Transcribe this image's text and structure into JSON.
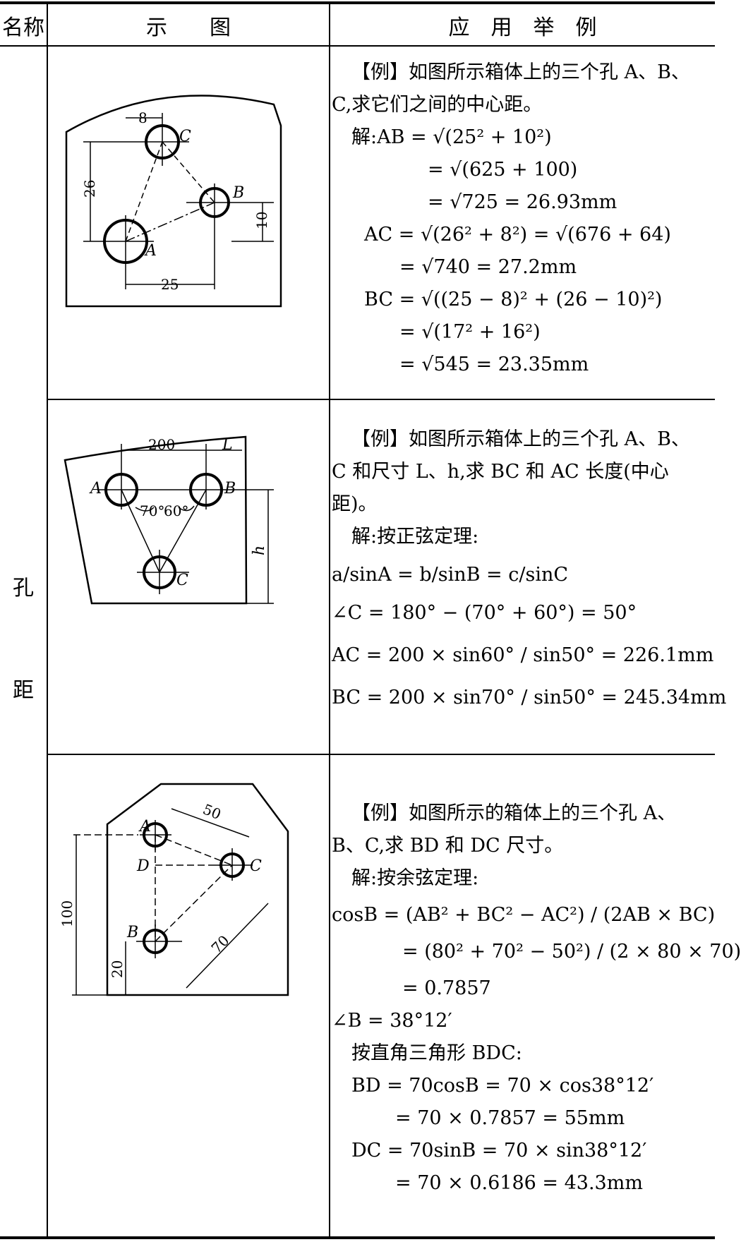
{
  "header": {
    "name": "名称",
    "diagram": "示　　图",
    "example": "应　用　举　例"
  },
  "name_col": {
    "char1": "孔",
    "char2": "距"
  },
  "row1": {
    "lines": [
      "【例】如图所示箱体上的三个孔 A、B、",
      "C,求它们之间的中心距。",
      "解:AB = √(25² + 10²)",
      "= √(625 + 100)",
      "= √725 = 26.93mm",
      "AC = √(26² + 8²) = √(676 + 64)",
      "= √740 = 27.2mm",
      "BC = √((25 − 8)² + (26 − 10)²)",
      "= √(17² + 16²)",
      "= √545 = 23.35mm"
    ],
    "diagram": {
      "dim_8": "8",
      "dim_26": "26",
      "dim_10": "10",
      "dim_25": "25",
      "label_a": "A",
      "label_b": "B",
      "label_c": "C"
    }
  },
  "row2": {
    "lines": [
      "【例】如图所示箱体上的三个孔 A、B、",
      "C 和尺寸 L、h,求 BC 和 AC 长度(中心",
      "距)。",
      "解:按正弦定理:",
      "a/sinA = b/sinB = c/sinC",
      "∠C = 180° − (70° + 60°) = 50°",
      "AC = 200 × sin60° / sin50° = 226.1mm",
      "BC = 200 × sin70° / sin50° = 245.34mm"
    ],
    "diagram": {
      "dim_200": "200",
      "dim_l": "L",
      "dim_h": "h",
      "ang_70": "70°",
      "ang_60": "60°",
      "label_a": "A",
      "label_b": "B",
      "label_c": "C"
    }
  },
  "row3": {
    "lines": [
      "【例】如图所示的箱体上的三个孔 A、",
      "B、C,求 BD 和 DC 尺寸。",
      "解:按余弦定理:",
      "cosB = (AB² + BC² − AC²) / (2AB × BC)",
      "= (80² + 70² − 50²) / (2 × 80 × 70)",
      "= 0.7857",
      "∠B = 38°12′",
      "按直角三角形 BDC:",
      "BD = 70cosB = 70 × cos38°12′",
      "= 70 × 0.7857 = 55mm",
      "DC = 70sinB = 70 × sin38°12′",
      "= 70 × 0.6186 = 43.3mm"
    ],
    "diagram": {
      "dim_50": "50",
      "dim_70": "70",
      "dim_100": "100",
      "dim_20": "20",
      "label_a": "A",
      "label_b": "B",
      "label_c": "C",
      "label_d": "D"
    }
  }
}
